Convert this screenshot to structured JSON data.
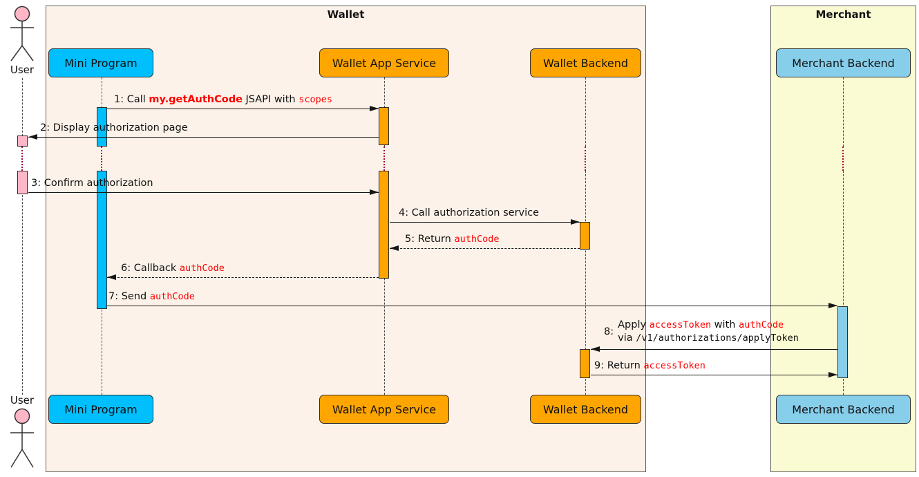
{
  "frames": [
    {
      "title": "Wallet"
    },
    {
      "title": "Merchant"
    }
  ],
  "actor": {
    "top_label": "User",
    "bottom_label": "User"
  },
  "participants": [
    {
      "name": "Mini Program"
    },
    {
      "name": "Wallet App Service"
    },
    {
      "name": "Wallet Backend"
    },
    {
      "name": "Merchant Backend"
    }
  ],
  "messages": [
    {
      "parts": [
        {
          "text": "1: Call "
        },
        {
          "text": "my.getAuthCode"
        },
        {
          "text": " JSAPI with "
        },
        {
          "text": "scopes"
        }
      ]
    },
    {
      "parts": [
        {
          "text": "2: Display authorization page"
        }
      ]
    },
    {
      "parts": [
        {
          "text": "3: Confirm authorization"
        }
      ]
    },
    {
      "parts": [
        {
          "text": "4: Call authorization service"
        }
      ]
    },
    {
      "parts": [
        {
          "text": "5: Return "
        },
        {
          "text": "authCode"
        }
      ]
    },
    {
      "parts": [
        {
          "text": "6: Callback "
        },
        {
          "text": "authCode"
        }
      ]
    },
    {
      "parts": [
        {
          "text": "7: Send "
        },
        {
          "text": "authCode"
        }
      ]
    },
    {
      "prefix": "8:",
      "line1": [
        {
          "text": "Apply "
        },
        {
          "text": "accessToken"
        },
        {
          "text": " with "
        },
        {
          "text": "authCode"
        }
      ],
      "line2": [
        {
          "text": "via "
        },
        {
          "text": "/v1/authorizations/applyToken"
        }
      ]
    },
    {
      "parts": [
        {
          "text": "9: Return "
        },
        {
          "text": "accessToken"
        }
      ]
    }
  ],
  "colors": {
    "wallet_frame_bg": "#fcf2e9",
    "merchant_frame_bg": "#fbfbd3",
    "mini_program": "#00bfff",
    "wallet_service_orange": "#ffa500",
    "merchant_backend_blue": "#87ceeb",
    "actor_pink": "#ffb6c6",
    "highlight_red": "#ff0000",
    "delay_dots_red": "#a80036",
    "lifeline_gray": "#4a4a4a"
  }
}
